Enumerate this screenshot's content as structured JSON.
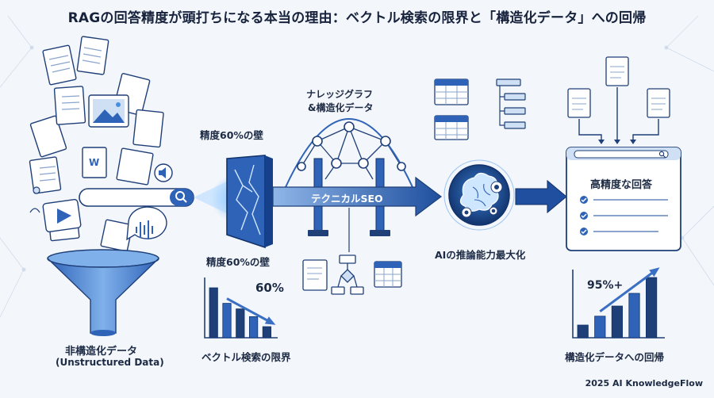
{
  "title": "RAGの回答精度が頭打ちになる本当の理由：ベクトル検索の限界と「構造化データ」への回帰",
  "left": {
    "label": "非構造化データ",
    "sublabel": "(Unstructured Data)"
  },
  "wall": {
    "top_label": "精度60%の壁",
    "bottom_label": "精度60%の壁"
  },
  "vector_chart": {
    "value_label": "60%",
    "values": [
      0.9,
      0.62,
      0.52,
      0.38,
      0.2
    ],
    "caption": "ベクトル検索の限界"
  },
  "bridge": {
    "label_line1": "ナレッジグラフ",
    "label_line2": "&構造化データ",
    "banner": "テクニカルSEO"
  },
  "ai": {
    "label": "AIの推論能力最大化"
  },
  "answer": {
    "title": "高精度な回答"
  },
  "result_chart": {
    "value_label": "95%+",
    "values": [
      0.2,
      0.34,
      0.5,
      0.7,
      0.95
    ],
    "caption": "構造化データへの回帰"
  },
  "footer": "2025 AI KnowledgeFlow",
  "colors": {
    "navy": "#1f3f78",
    "blue": "#2e63b8",
    "light": "#cfe0f4",
    "accent": "#4a8ee0"
  }
}
